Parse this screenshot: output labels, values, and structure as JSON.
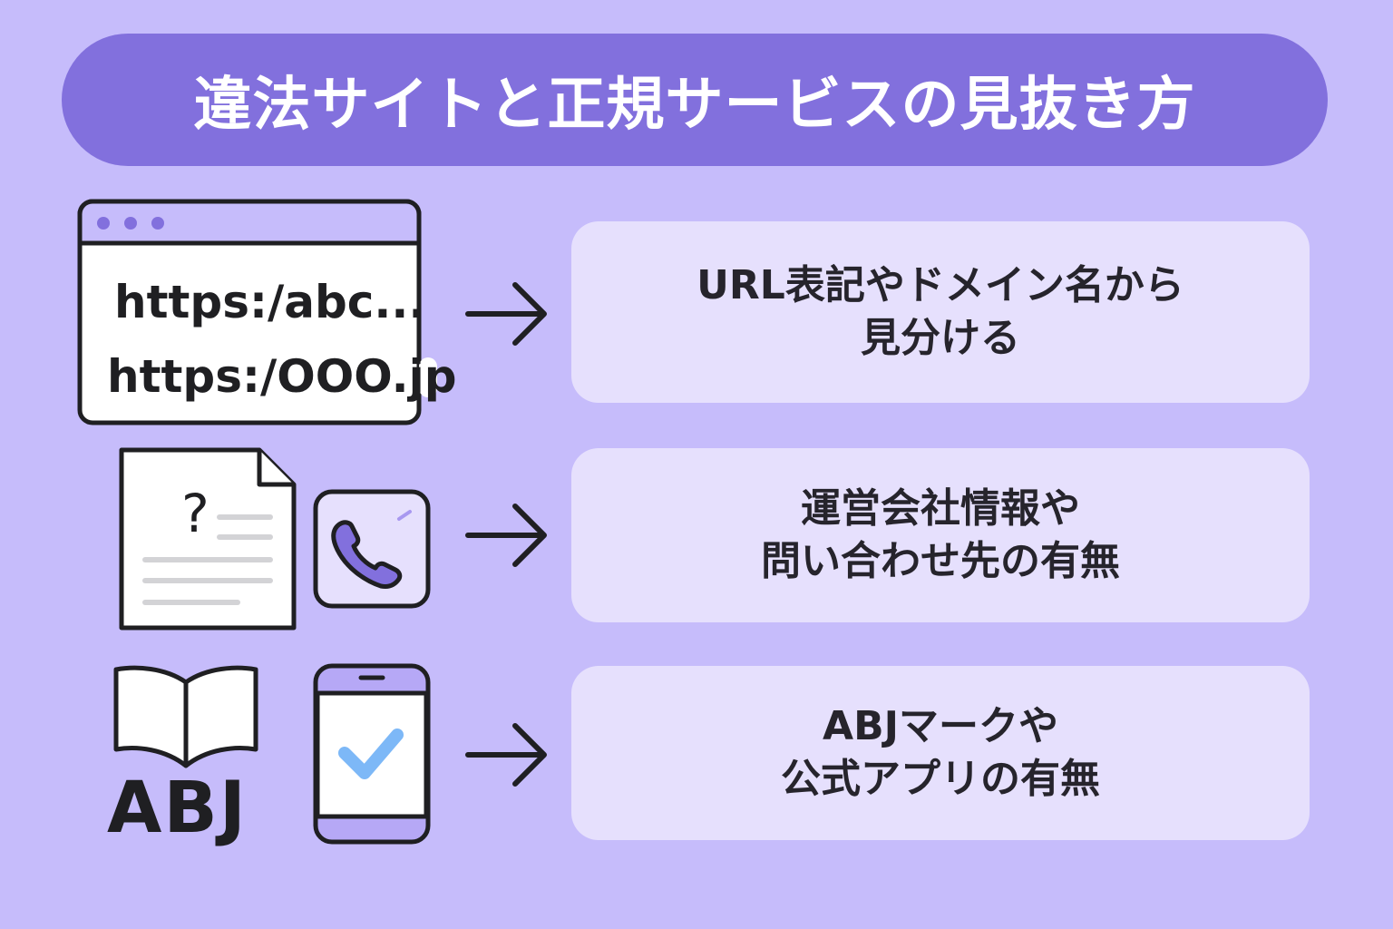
{
  "header": {
    "title": "違法サイトと正規サービスの見抜き方"
  },
  "rows": [
    {
      "icons": [
        "browser-window-icon"
      ],
      "browser": {
        "url_1": "https:/abc...",
        "url_2": "https:/OOO.jp"
      },
      "text": "URL表記やドメイン名から\n見分ける"
    },
    {
      "icons": [
        "document-question-icon",
        "phone-icon"
      ],
      "document": {
        "symbol": "?"
      },
      "text": "運営会社情報や\n問い合わせ先の有無"
    },
    {
      "icons": [
        "open-book-icon",
        "smartphone-check-icon"
      ],
      "abj_label": "ABJ",
      "text": "ABJマークや\n公式アプリの有無"
    }
  ],
  "colors": {
    "background": "#c6bcfb",
    "title_bar": "#8270dd",
    "card": "#e6e0fd",
    "accent_purple": "#8270dd",
    "check_blue": "#7db8f7",
    "ink": "#26242c"
  }
}
